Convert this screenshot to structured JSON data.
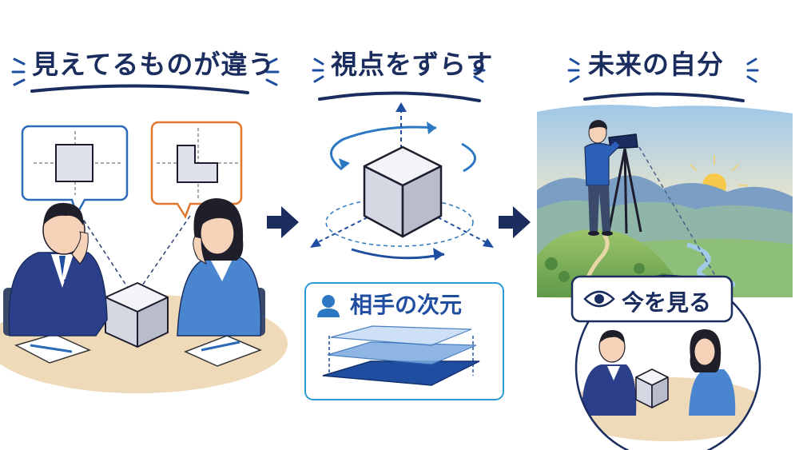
{
  "panels": {
    "left": {
      "title": "見えてるものが違う"
    },
    "center": {
      "title": "視点をずらす",
      "box_label": "相手の次元"
    },
    "right": {
      "title": "未来の自分",
      "box_label": "今を見る"
    }
  },
  "icons": [
    "person-icon",
    "eye-icon",
    "arrow-right-icon",
    "cube-icon",
    "layers-icon",
    "telescope-icon"
  ],
  "colors": {
    "navy": "#1b2d5e",
    "blue": "#1f4ea0",
    "mid_blue": "#2c78c2",
    "orange": "#e0772e",
    "table": "#eed9b8"
  }
}
